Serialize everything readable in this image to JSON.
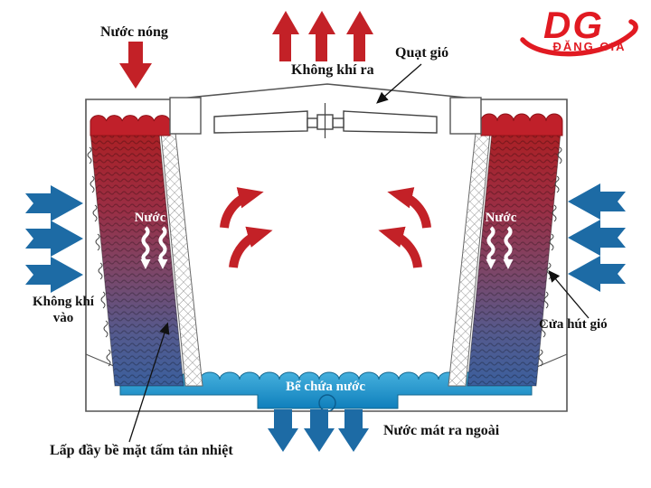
{
  "title": "Cooling tower working principle diagram",
  "labels": {
    "hot_water_in": "Nước nóng",
    "air_out": "Không khí ra",
    "fan": "Quạt gió",
    "water_left": "Nước",
    "water_right": "Nước",
    "air_in": "Không khí\nvào",
    "air_intake_door": "Cửa hút gió",
    "water_basin": "Bể chứa nước",
    "cool_water_out": "Nước mát ra ngoài",
    "fill_material": "Lấp đầy bề mặt tấm tản nhiệt"
  },
  "logo": {
    "monogram": "DG",
    "brand": "ĐẶNG GIA",
    "color": "#e11a22"
  },
  "colors": {
    "arrow_red": "#c32127",
    "arrow_blue": "#1d6ba5",
    "column_gradient_top": "#ab2025",
    "column_gradient_mid": "#7c4668",
    "column_gradient_bottom": "#3b5f9d",
    "basin_blue_top": "#45b0dd",
    "basin_blue_bottom": "#0f7fbc",
    "outline": "#555555",
    "text": "#111111",
    "water_label": "#ffffff"
  }
}
